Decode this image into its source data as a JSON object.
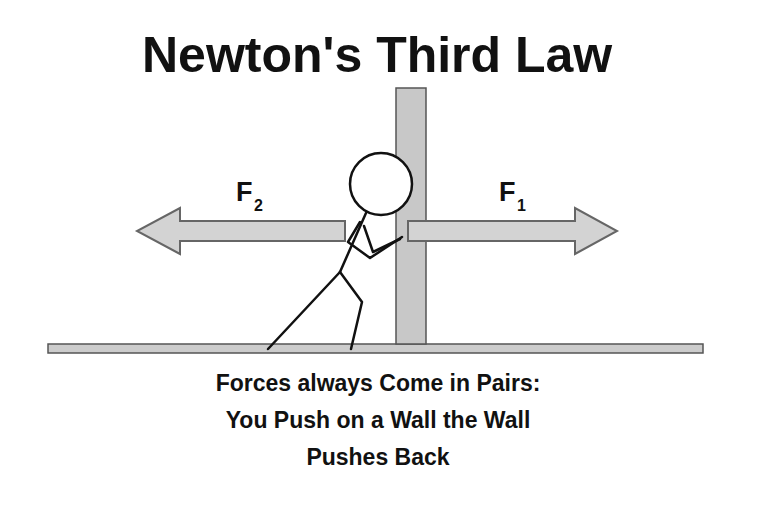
{
  "diagram": {
    "title": "Newton's Third Law",
    "caption": "Forces always Come in Pairs: You Push on a Wall the Wall Pushes Back",
    "labels": [
      "F",
      "2",
      "F",
      "1"
    ]
  }
}
